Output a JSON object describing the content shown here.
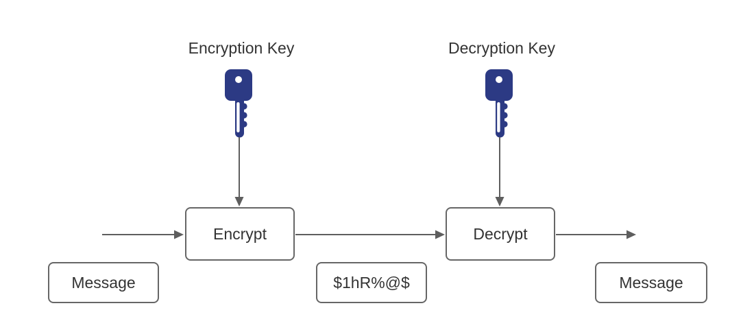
{
  "diagram": {
    "labels": {
      "encryption_key": "Encryption Key",
      "decryption_key": "Decryption Key"
    },
    "nodes": {
      "encrypt": {
        "label": "Encrypt"
      },
      "decrypt": {
        "label": "Decrypt"
      },
      "message_input": {
        "label": "Message"
      },
      "ciphertext": {
        "label": "$1hR%@$"
      },
      "message_output": {
        "label": "Message"
      }
    },
    "icons": {
      "encryption_key_icon": "key-icon",
      "decryption_key_icon": "key-icon"
    },
    "colors": {
      "box_border": "#666666",
      "arrow": "#5e5e5e",
      "text": "#333333",
      "key_fill": "#2c3a84",
      "key_hole": "#ffffff",
      "background": "#ffffff"
    }
  }
}
